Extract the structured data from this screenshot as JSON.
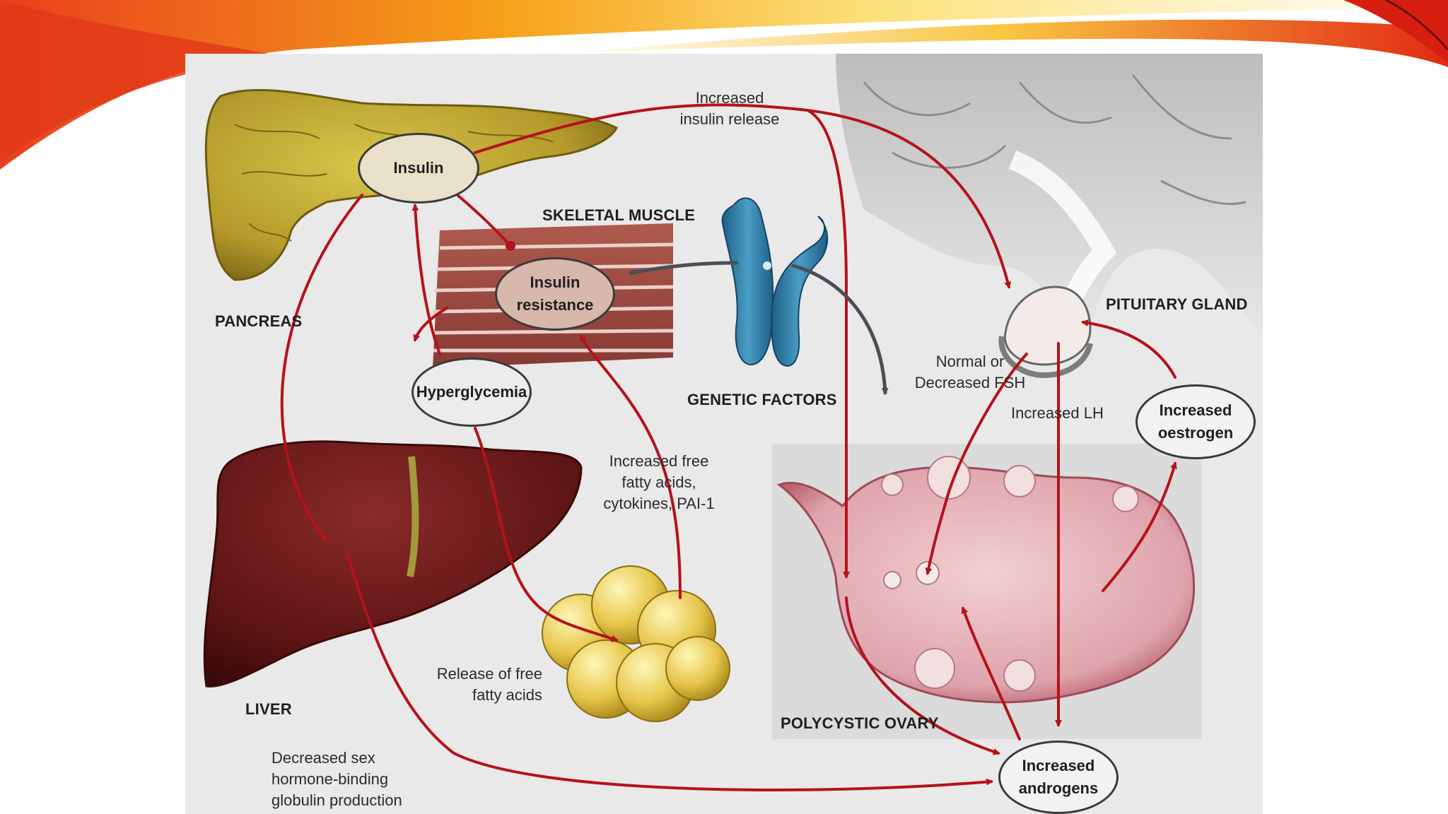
{
  "labels": {
    "increased_insulin_release": "Increased\ninsulin release",
    "skeletal_muscle": "SKELETAL MUSCLE",
    "pancreas": "PANCREAS",
    "genetic_factors": "GENETIC FACTORS",
    "pituitary_gland": "PITUITARY GLAND",
    "normal_or_decreased_fsh": "Normal or\nDecreased FSH",
    "increased_lh": "Increased LH",
    "increased_ffa_cytokines": "Increased free\nfatty acids,\ncytokines, PAI-1",
    "release_ffa": "Release of free\nfatty acids",
    "liver": "LIVER",
    "polycystic_ovary": "POLYCYSTIC OVARY",
    "decreased_shbg": "Decreased sex\nhormone-binding\nglobulin production"
  },
  "nodes": {
    "insulin": "Insulin",
    "insulin_resistance": "Insulin\nresistance",
    "hyperglycemia": "Hyperglycemia",
    "increased_oestrogen": "Increased\noestrogen",
    "increased_androgens": "Increased\nandrogens"
  },
  "colors": {
    "arrow": "#b5121b",
    "genetic_arrow": "#4a4f57",
    "panel_bg": "#e9e9e9"
  }
}
